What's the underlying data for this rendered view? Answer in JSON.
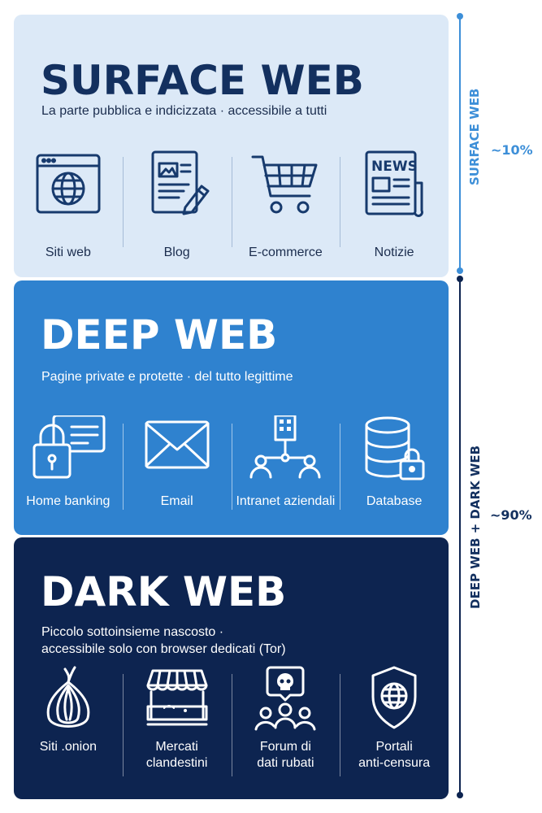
{
  "surface": {
    "title": "SURFACE WEB",
    "subtitle": "La parte pubblica e indicizzata · accessibile a tutti",
    "items": [
      {
        "label": "Siti web",
        "icon": "browser-globe-icon"
      },
      {
        "label": "Blog",
        "icon": "document-pen-icon"
      },
      {
        "label": "E-commerce",
        "icon": "shopping-cart-icon"
      },
      {
        "label": "Notizie",
        "icon": "newspaper-icon",
        "icon_text": "NEWS"
      }
    ]
  },
  "deep": {
    "title": "DEEP WEB",
    "subtitle": "Pagine private e protette · del tutto legittime",
    "items": [
      {
        "label": "Home banking",
        "icon": "padlock-card-icon"
      },
      {
        "label": "Email",
        "icon": "envelope-icon"
      },
      {
        "label": "Intranet aziendali",
        "icon": "building-network-icon"
      },
      {
        "label": "Database",
        "icon": "database-lock-icon"
      }
    ]
  },
  "dark": {
    "title": "DARK WEB",
    "subtitle_line1": "Piccolo sottoinsieme nascosto ·",
    "subtitle_line2": "accessibile solo con browser dedicati (Tor)",
    "items": [
      {
        "label_line1": "Siti .onion",
        "label_line2": "",
        "icon": "onion-icon"
      },
      {
        "label_line1": "Mercati",
        "label_line2": "clandestini",
        "icon": "market-stall-icon"
      },
      {
        "label_line1": "Forum di",
        "label_line2": "dati rubati",
        "icon": "skull-forum-icon"
      },
      {
        "label_line1": "Portali",
        "label_line2": "anti-censura",
        "icon": "shield-globe-icon"
      }
    ]
  },
  "side": {
    "surface_label": "SURFACE WEB",
    "surface_pct": "~10%",
    "deep_dark_label": "DEEP WEB + DARK WEB",
    "deep_dark_pct": "~90%"
  },
  "colors": {
    "surface_bg": "#dce9f7",
    "deep_bg": "#2f82cf",
    "dark_bg": "#0d2450",
    "navy_text": "#13305f",
    "light_blue_accent": "#3d8fd8"
  }
}
